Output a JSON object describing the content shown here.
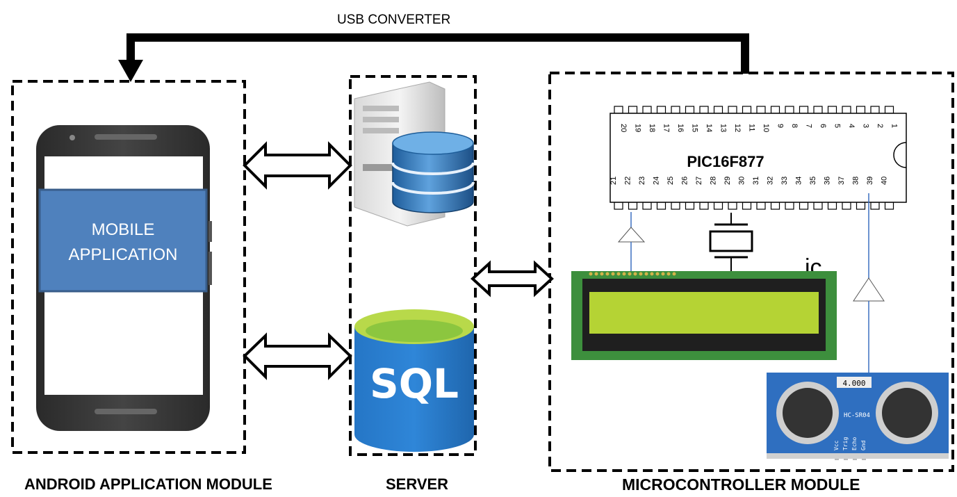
{
  "connection": {
    "usb_label": "USB CONVERTER"
  },
  "android_module": {
    "label": "ANDROID APPLICATION MODULE",
    "app_box_line1": "MOBILE",
    "app_box_line2": "APPLICATION"
  },
  "server_module": {
    "label": "SERVER",
    "sql_text": "SQL"
  },
  "micro_module": {
    "label": "MICROCONTROLLER MODULE",
    "chip_name": "PIC16F877",
    "top_pins": [
      "20",
      "19",
      "18",
      "17",
      "16",
      "15",
      "14",
      "13",
      "12",
      "11",
      "10",
      "9",
      "8",
      "7",
      "6",
      "5",
      "4",
      "3",
      "2",
      "1"
    ],
    "bottom_pins": [
      "21",
      "22",
      "23",
      "24",
      "25",
      "26",
      "27",
      "28",
      "29",
      "30",
      "31",
      "32",
      "33",
      "34",
      "35",
      "36",
      "37",
      "38",
      "39",
      "40"
    ],
    "stray_text": "ic",
    "sensor_display": "4.000",
    "sensor_model": "HC-SR04",
    "sensor_pins": [
      "Vcc",
      "Trig",
      "Echo",
      "Gnd"
    ]
  },
  "colors": {
    "app_box": "#4f81bd",
    "app_box_border": "#385d8a",
    "sql_blue": "#2c7fd1",
    "sql_top": "#8cc63f",
    "lcd_board": "#3d8f3d",
    "lcd_screen": "#b5d334",
    "sensor_board": "#2f6fc0"
  }
}
